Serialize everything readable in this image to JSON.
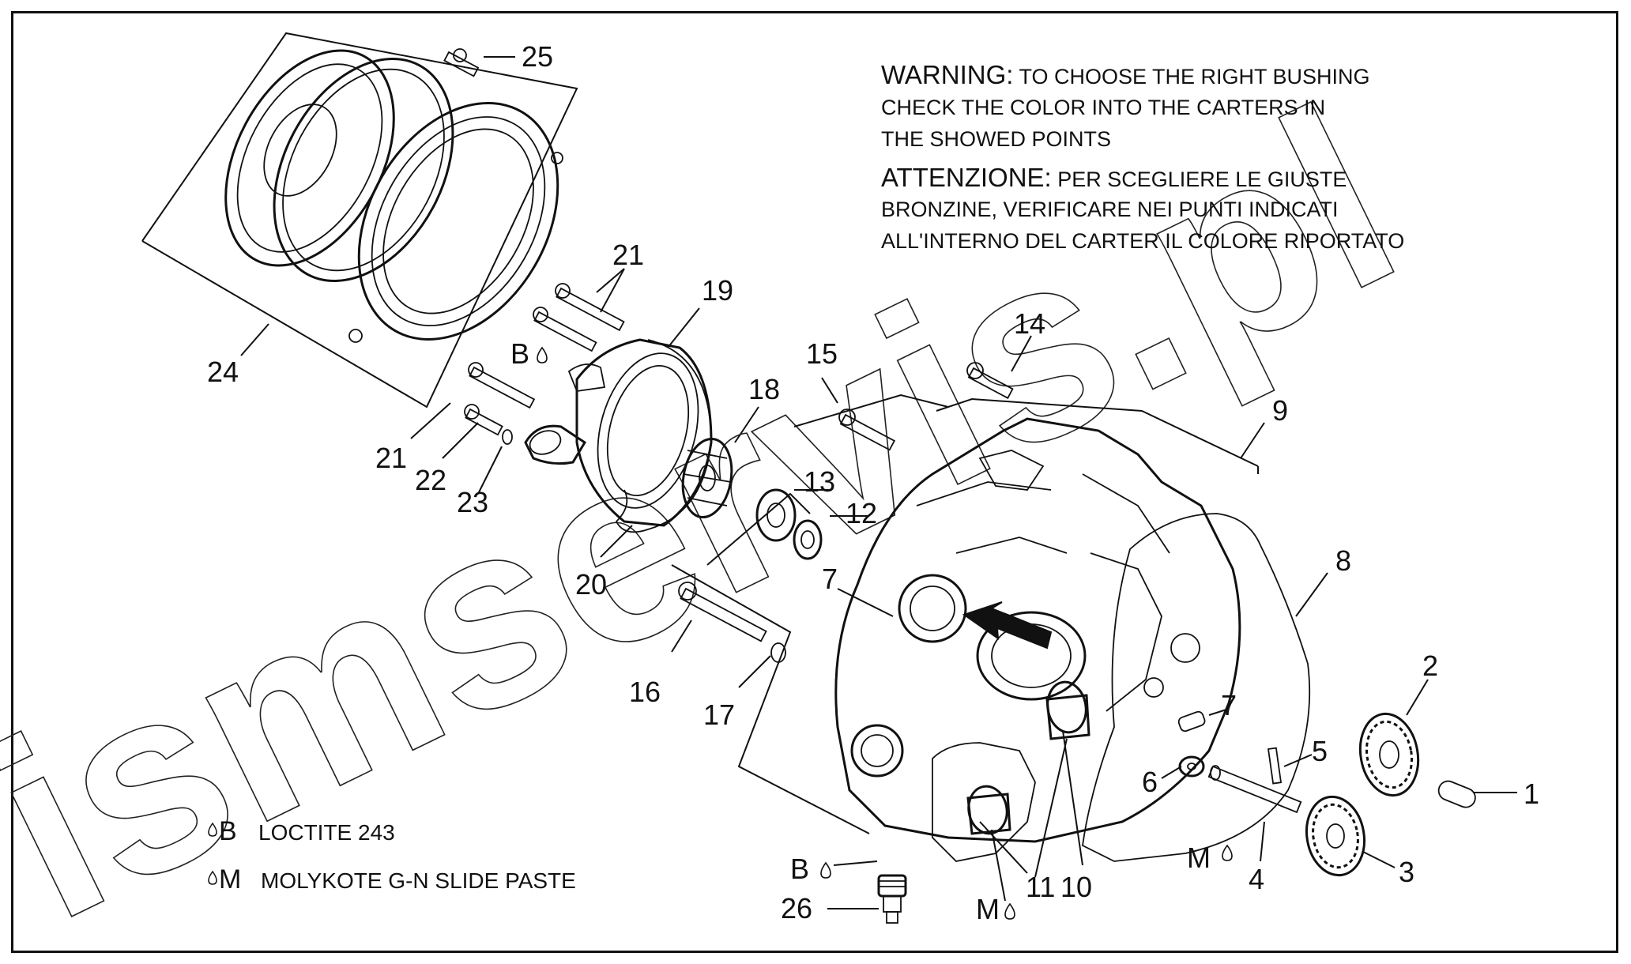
{
  "warning": {
    "line1_bold": "WARNING:",
    "line1_rest": " TO CHOOSE THE RIGHT BUSHING",
    "line2": "CHECK THE COLOR INTO THE CARTERS IN",
    "line3": "THE SHOWED POINTS",
    "line4_bold": "ATTENZIONE:",
    "line4_rest": " PER SCEGLIERE LE GIUSTE",
    "line5": "BRONZINE, VERIFICARE NEI PUNTI INDICATI",
    "line6": "ALL'INTERNO DEL CARTER IL COLORE RIPORTATO"
  },
  "legend": {
    "b_symbol": "B",
    "b_text": "LOCTITE 243",
    "m_symbol": "M",
    "m_text": "MOLYKOTE G-N SLIDE PASTE"
  },
  "part_numbers": {
    "p1": "1",
    "p2": "2",
    "p3": "3",
    "p4": "4",
    "p5": "5",
    "p6": "6",
    "p7a": "7",
    "p7b": "7",
    "p8": "8",
    "p9": "9",
    "p10": "10",
    "p11": "11",
    "p12": "12",
    "p13": "13",
    "p14": "14",
    "p15": "15",
    "p16": "16",
    "p17": "17",
    "p18": "18",
    "p19": "19",
    "p20": "20",
    "p21a": "21",
    "p21b": "21",
    "p22": "22",
    "p23": "23",
    "p24": "24",
    "p25": "25",
    "p26": "26"
  },
  "callouts": {
    "b_top": "B",
    "b_bottom": "B",
    "m_shaft": "M",
    "m_bushings": "M"
  },
  "watermark": "ismservis.pl"
}
